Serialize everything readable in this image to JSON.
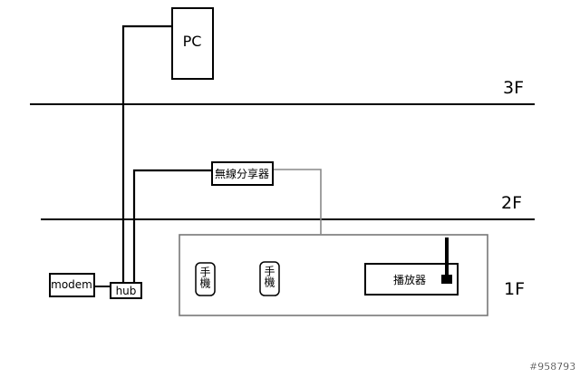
{
  "devices": {
    "pc": "PC",
    "router": "無線分享器",
    "modem": "modem",
    "hub": "hub",
    "phone_1": "手機",
    "phone_2": "手機",
    "player": "播放器"
  },
  "floors": {
    "f3": "3F",
    "f2": "2F",
    "f1": "1F"
  },
  "watermark": "#958793"
}
